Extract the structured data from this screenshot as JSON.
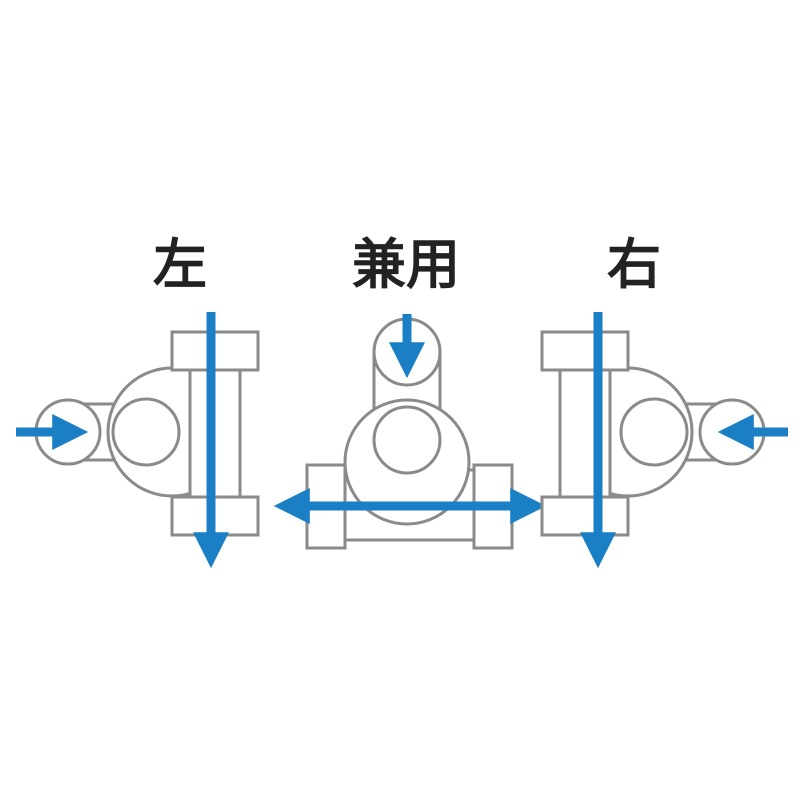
{
  "labels": {
    "left": "左",
    "both": "兼用",
    "right": "右"
  },
  "colors": {
    "pipe_outline": "#8a8a8a",
    "flow_arrow": "#1a7fc4",
    "label_text": "#222222"
  }
}
